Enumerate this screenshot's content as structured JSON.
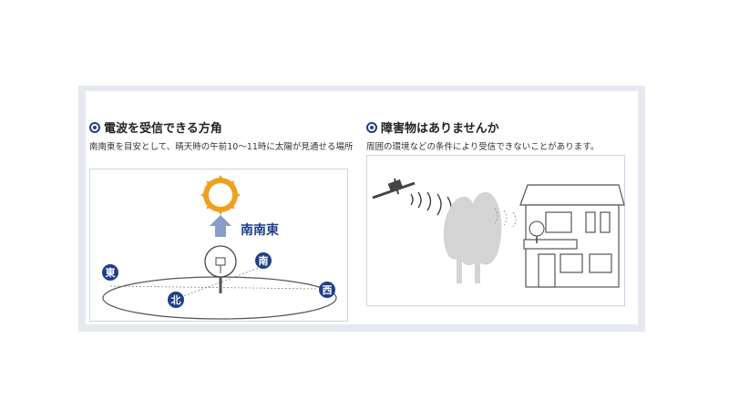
{
  "left": {
    "title": "電波を受信できる方角",
    "description": "南南東を目安として、晴天時の午前10〜11時に太陽が見通せる場所",
    "direction_label": "南南東",
    "compass": {
      "east": "東",
      "south": "南",
      "north": "北",
      "west": "西"
    }
  },
  "right": {
    "title": "障害物はありませんか",
    "description": "周囲の環境などの条件により受信できないことがあります。"
  },
  "colors": {
    "navy": "#1f3f8a",
    "sun": "#f0a020",
    "arrow": "#8a9cc8",
    "obstacle": "#d4d4d4"
  },
  "icons": [
    "target-bullet-icon",
    "sun-icon",
    "arrow-up-icon",
    "antenna-icon",
    "satellite-icon",
    "house-icon"
  ]
}
